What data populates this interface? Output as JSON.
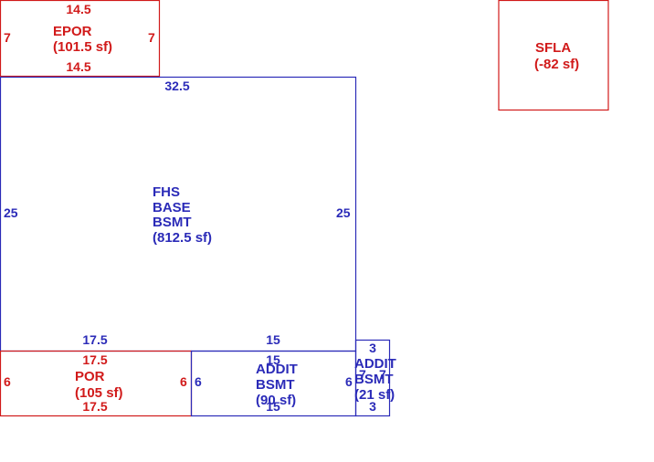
{
  "colors": {
    "structure": "#2b2bb8",
    "exterior": "#d11a1a",
    "background": "#ffffff"
  },
  "areas": {
    "epor": {
      "label_lines": [
        "EPOR",
        "(101.5 sf)"
      ],
      "dims": {
        "top": "14.5",
        "bottom": "14.5",
        "left": "7",
        "right": "7"
      }
    },
    "sfla": {
      "label_lines": [
        "SFLA",
        "(-82 sf)"
      ]
    },
    "base": {
      "label_lines": [
        "FHS",
        "BASE",
        "BSMT",
        "(812.5 sf)"
      ],
      "dims": {
        "top": "32.5",
        "left": "25",
        "right": "25",
        "bottom_left": "17.5",
        "bottom_right": "15"
      }
    },
    "por": {
      "label_lines": [
        "POR",
        "(105 sf)"
      ],
      "dims": {
        "top": "17.5",
        "bottom": "17.5",
        "left": "6",
        "right": "6"
      }
    },
    "addit1": {
      "label_lines": [
        "ADDIT",
        "BSMT",
        "(90 sf)"
      ],
      "dims": {
        "top": "15",
        "bottom": "15",
        "left": "6",
        "right": "6"
      }
    },
    "addit2": {
      "label_lines": [
        "ADDIT",
        "BSMT",
        "(21 sf)"
      ],
      "dims": {
        "top": "3",
        "bottom": "3",
        "left": "7",
        "right": "7"
      }
    }
  }
}
